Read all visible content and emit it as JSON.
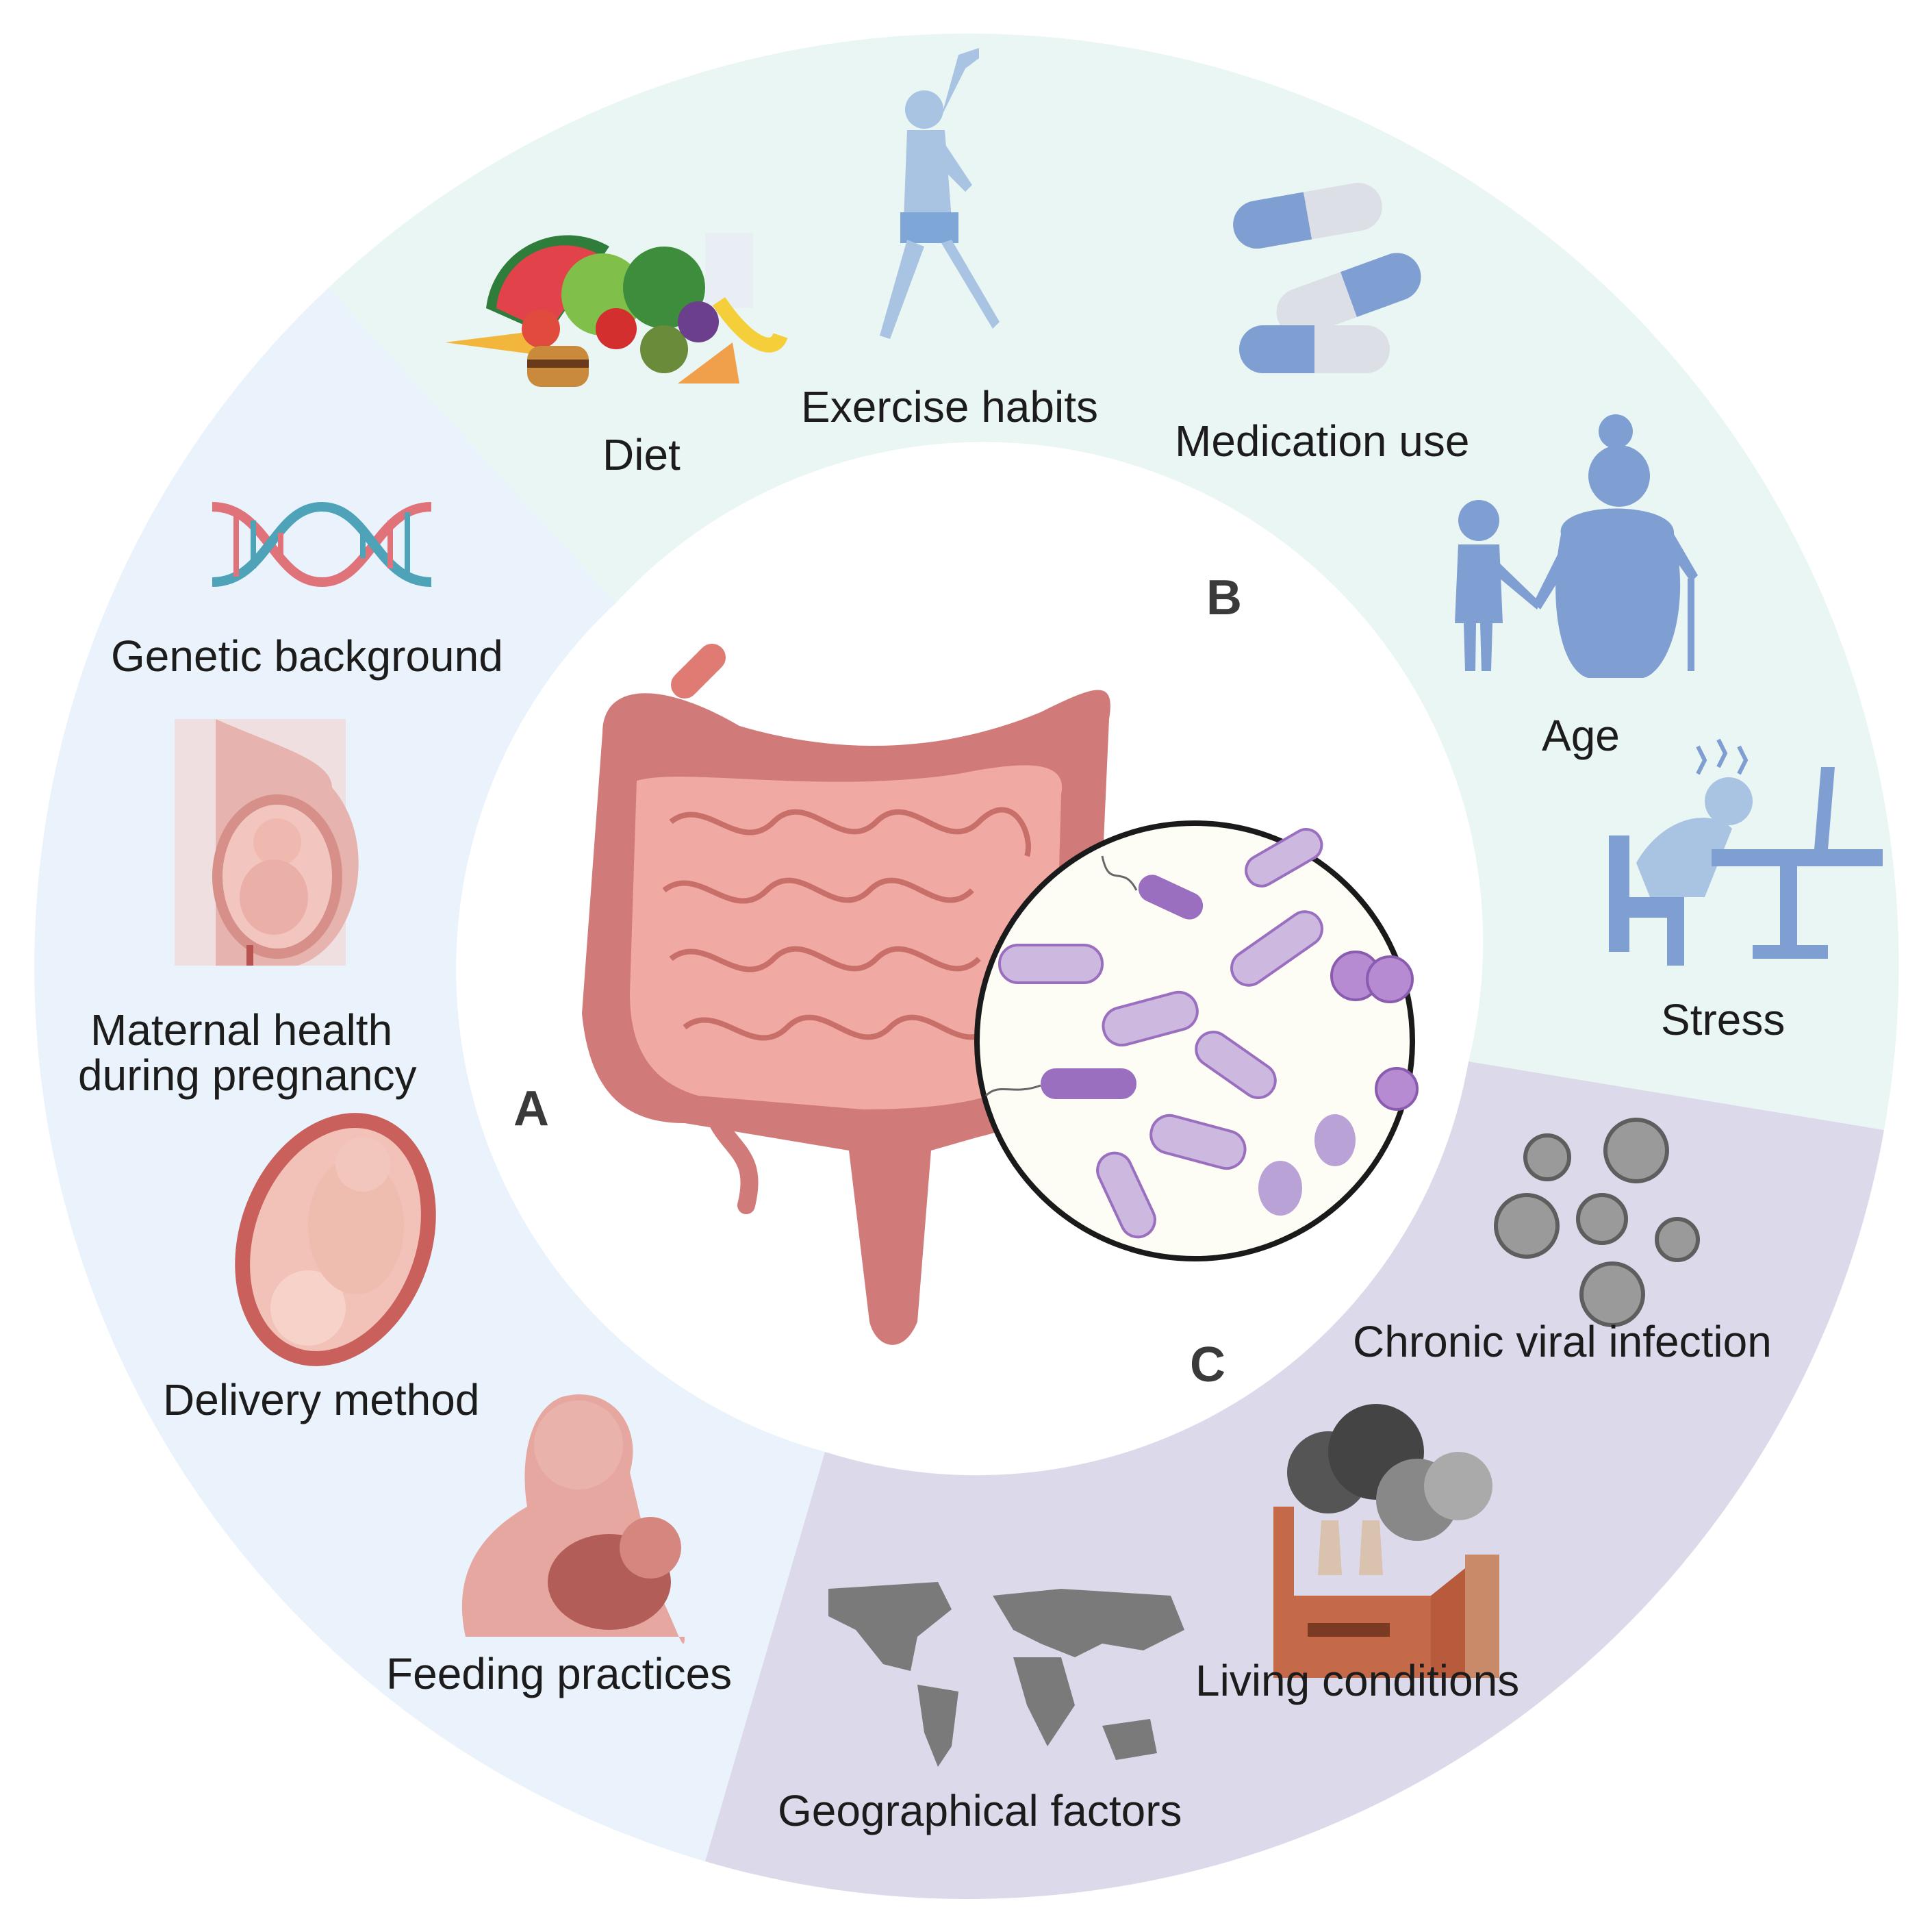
{
  "sections": {
    "a": {
      "letter": "A",
      "color": "#eaf3fb",
      "items": [
        {
          "label": "Genetic background",
          "icon": "dna-helix-icon"
        },
        {
          "label_line1": "Maternal health",
          "label_line2": "during pregnancy",
          "icon": "pregnancy-icon"
        },
        {
          "label": "Delivery method",
          "icon": "fetus-in-womb-icon"
        },
        {
          "label": "Feeding practices",
          "icon": "breastfeeding-icon"
        }
      ]
    },
    "b": {
      "letter": "B",
      "color": "#eaf6f3",
      "items": [
        {
          "label": "Diet",
          "icon": "food-icon"
        },
        {
          "label": "Exercise habits",
          "icon": "stretching-person-icon"
        },
        {
          "label": "Medication use",
          "icon": "capsules-icon"
        },
        {
          "label": "Age",
          "icon": "child-and-elder-icon"
        },
        {
          "label": "Stress",
          "icon": "stressed-worker-icon"
        }
      ]
    },
    "c": {
      "letter": "C",
      "color": "#dcdaea",
      "items": [
        {
          "label": "Chronic viral infection",
          "icon": "virus-icon"
        },
        {
          "label": "Living conditions",
          "icon": "factory-icon"
        },
        {
          "label": "Geographical factors",
          "icon": "world-map-icon"
        }
      ]
    }
  },
  "center": {
    "icon": "intestine-icon",
    "inset_icon": "gut-bacteria-icon"
  },
  "colors": {
    "intestine": "#e29a96",
    "colon": "#d07b7a",
    "bacteria": "#cdb8e0",
    "bacteria_dark": "#9a6fbf",
    "icon_blue": "#7f9fd3",
    "virus_gray": "#8a8a8a"
  }
}
